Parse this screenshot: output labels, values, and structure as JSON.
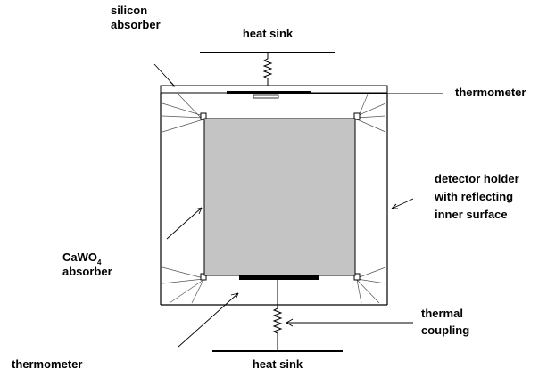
{
  "labels": {
    "heat_sink_top": "heat sink",
    "heat_sink_bottom": "heat sink",
    "silicon_absorber_line1": "silicon",
    "silicon_absorber_line2": "absorber",
    "thermometer_top": "thermometer",
    "thermometer_bottom": "thermometer",
    "detector_holder_line1": "detector holder",
    "detector_holder_line2": "with reflecting",
    "detector_holder_line3": "inner surface",
    "cawo4_prefix": "CaWO",
    "cawo4_subscript": "4",
    "cawo4_line2": "absorber",
    "thermal_coupling_line1": "thermal",
    "thermal_coupling_line2": "coupling"
  },
  "colors": {
    "crystal_fill": "#c4c4c4",
    "thermometer_fill": "#000000",
    "line": "#000000",
    "reflector_lines": "#555555"
  }
}
